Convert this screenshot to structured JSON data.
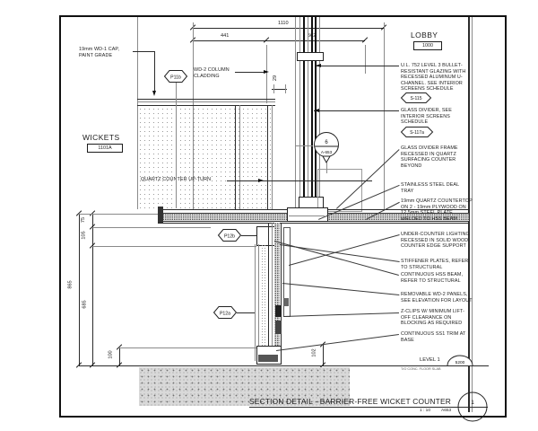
{
  "sheet": {
    "title": "SECTION DETAIL - BARRIER-FREE WICKET COUNTER",
    "detail_number": "1",
    "sheet_ref": "A653",
    "scale": "1 : 10"
  },
  "rooms": {
    "wickets": {
      "name": "WICKETS",
      "number": "1101A"
    },
    "lobby": {
      "name": "LOBBY",
      "number": "1000"
    }
  },
  "level": {
    "label": "LEVEL 1",
    "elevation": "5200",
    "sublabel": "T/O CONC. FLOOR SLAB"
  },
  "dims": {
    "overall_width": "1110",
    "left_width": "441",
    "right_width": "562",
    "cladding_gap": "29",
    "counter_height": "865",
    "upturn": "75",
    "tray_drop": "105",
    "under_counter": "685",
    "base_left": "100",
    "base_right": "102"
  },
  "labels": {
    "wd1_cap": "19mm WD-1 CAP, PAINT GRADE",
    "wd2_cladding": "WD-2 COLUMN CLADDING",
    "quartz_upturn": "QUARTZ COUNTER UP-TURN"
  },
  "tags": {
    "p11b": "P11b",
    "p12b": "P12b",
    "p12a": "P12a",
    "s115": "S-115",
    "s117a": "S-117a",
    "callout_number": "6",
    "callout_sheet": "A-653"
  },
  "notes": [
    {
      "text": "U.L. 752 LEVEL 3 BULLET-RESISTANT GLAZING WITH RECESSED ALUMINUM U-CHANNEL. SEE INTERIOR SCREENS SCHEDULE"
    },
    {
      "text": "GLASS DIVIDER, SEE INTERIOR SCREENS SCHEDULE"
    },
    {
      "text": "GLASS DIVIDER FRAME RECESSED IN QUARTZ SURFACING COUNTER BEYOND"
    },
    {
      "text": "STAINLESS STEEL DEAL TRAY"
    },
    {
      "text": "19mm QUARTZ COUNTERTOP ON 2 - 19mm PLYWOOD ON 12.5mm STEEL PLATE WELDED TO HSS BEAM"
    },
    {
      "text": "UNDER-COUNTER LIGHTING RECESSED IN SOLID WOOD COUNTER EDGE SUPPORT"
    },
    {
      "text": "STIFFENER PLATES, REFER TO STRUCTURAL"
    },
    {
      "text": "CONTINUOUS HSS BEAM, REFER TO STRUCTURAL"
    },
    {
      "text": "REMOVABLE WD-2 PANELS, SEE ELEVATION FOR LAYOUT"
    },
    {
      "text": "Z-CLIPS W/ MINIMUM LIFT-OFF CLEARANCE ON BLOCKING AS REQUIRED"
    },
    {
      "text": "CONTINUOUS SS1 TRIM AT BASE"
    }
  ]
}
